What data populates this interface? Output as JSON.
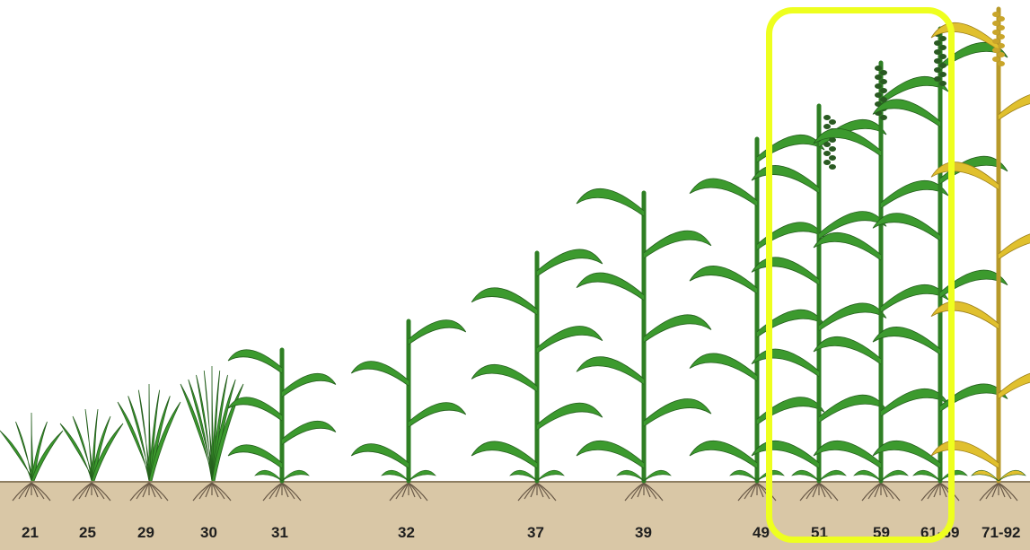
{
  "diagram": {
    "stages": [
      {
        "label": "21"
      },
      {
        "label": "25"
      },
      {
        "label": "29"
      },
      {
        "label": "30"
      },
      {
        "label": "31"
      },
      {
        "label": "32"
      },
      {
        "label": "37"
      },
      {
        "label": "39"
      },
      {
        "label": "49"
      },
      {
        "label": "51"
      },
      {
        "label": "59"
      },
      {
        "label": "61-69"
      },
      {
        "label": "71-92"
      }
    ],
    "colors": {
      "leaf": "#3c9a2e",
      "stem": "#2f7f24",
      "ripe": "#e0c02e",
      "ear": "#2a5a22",
      "soil": "#d9c7a6",
      "roots": "#6a5a48",
      "highlight": "#eeff1f"
    },
    "highlighted_stages": [
      "51",
      "59",
      "61-69"
    ]
  }
}
